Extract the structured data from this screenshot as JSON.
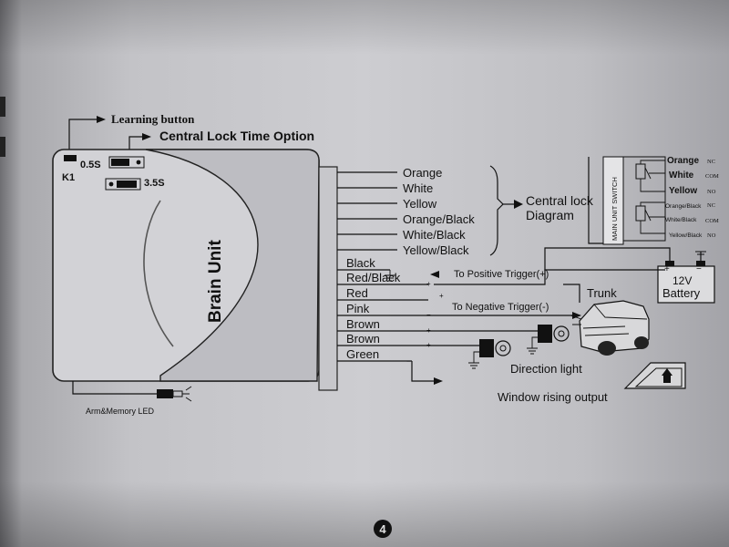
{
  "top": {
    "learning_button": "Learning button",
    "central_lock_time_option": "Central Lock Time Option"
  },
  "brain_unit": {
    "title": "Brain Unit",
    "k1": "K1",
    "opt_short": "0.5S",
    "opt_long": "3.5S",
    "led_label": "Arm&Memory LED"
  },
  "central_lock": {
    "wires": [
      "Orange",
      "White",
      "Yellow",
      "Orange/Black",
      "White/Black",
      "Yellow/Black"
    ],
    "label_line1": "Central lock",
    "label_line2": "Diagram"
  },
  "main_unit_switch": {
    "label": "MAIN UNIT SWITCH",
    "relay1": [
      {
        "wire": "Orange",
        "pin": "NC"
      },
      {
        "wire": "White",
        "pin": "COM"
      },
      {
        "wire": "Yellow",
        "pin": "NO"
      }
    ],
    "relay2": [
      {
        "wire": "Orange/Black",
        "pin": "NC"
      },
      {
        "wire": "White/Black",
        "pin": "COM"
      },
      {
        "wire": "Yellow/Black",
        "pin": "NO"
      }
    ]
  },
  "lower_wires": [
    "Black",
    "Red/Black",
    "Red",
    "Pink",
    "Brown",
    "Brown",
    "Green"
  ],
  "battery": {
    "voltage": "12V",
    "label": "Battery",
    "plus": "+",
    "minus": "−"
  },
  "labels": {
    "positive_trigger": "To Positive Trigger(+)",
    "negative_trigger": "To Negative Trigger(-)",
    "trunk": "Trunk",
    "direction_light": "Direction light",
    "window_rising": "Window rising output"
  },
  "page_number": "4"
}
